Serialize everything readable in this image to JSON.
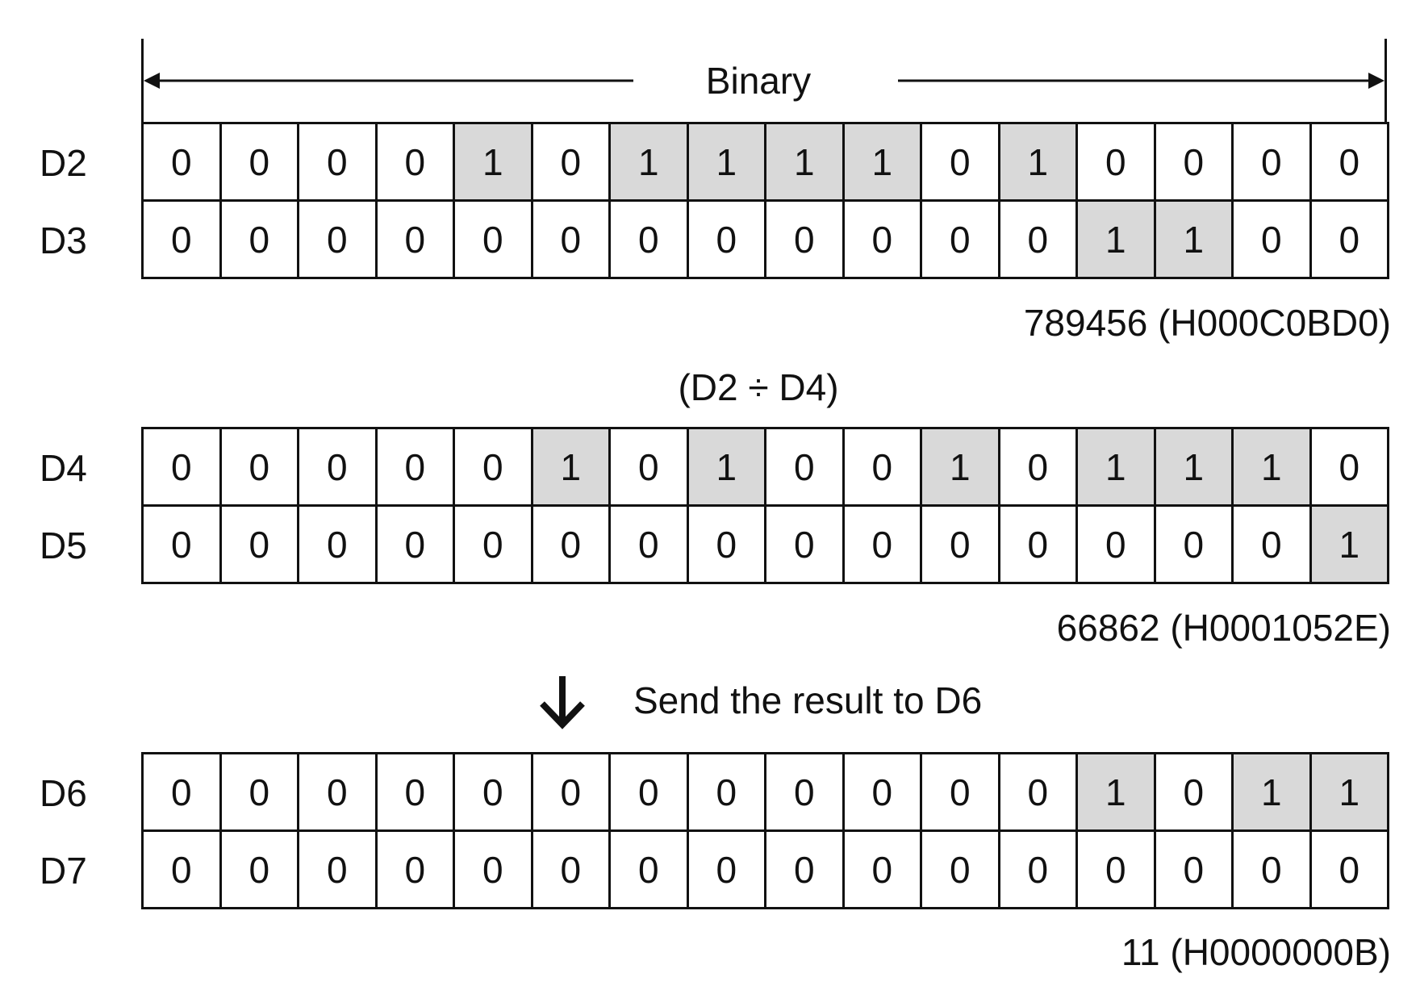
{
  "header": {
    "label": "Binary"
  },
  "operation": {
    "label": "(D2 ÷ D4)"
  },
  "result_note": {
    "label": "Send the result to D6",
    "icon": "down-arrow-icon"
  },
  "groups": [
    {
      "rows": [
        {
          "name": "D2",
          "bits": [
            0,
            0,
            0,
            0,
            1,
            0,
            1,
            1,
            1,
            1,
            0,
            1,
            0,
            0,
            0,
            0
          ]
        },
        {
          "name": "D3",
          "bits": [
            0,
            0,
            0,
            0,
            0,
            0,
            0,
            0,
            0,
            0,
            0,
            0,
            1,
            1,
            0,
            0
          ]
        }
      ],
      "value": "789456 (H000C0BD0)"
    },
    {
      "rows": [
        {
          "name": "D4",
          "bits": [
            0,
            0,
            0,
            0,
            0,
            1,
            0,
            1,
            0,
            0,
            1,
            0,
            1,
            1,
            1,
            0
          ]
        },
        {
          "name": "D5",
          "bits": [
            0,
            0,
            0,
            0,
            0,
            0,
            0,
            0,
            0,
            0,
            0,
            0,
            0,
            0,
            0,
            1
          ]
        }
      ],
      "value": "66862 (H0001052E)"
    },
    {
      "rows": [
        {
          "name": "D6",
          "bits": [
            0,
            0,
            0,
            0,
            0,
            0,
            0,
            0,
            0,
            0,
            0,
            0,
            1,
            0,
            1,
            1
          ]
        },
        {
          "name": "D7",
          "bits": [
            0,
            0,
            0,
            0,
            0,
            0,
            0,
            0,
            0,
            0,
            0,
            0,
            0,
            0,
            0,
            0
          ]
        }
      ],
      "value": "11 (H0000000B)"
    }
  ],
  "colors": {
    "set_bit_fill": "#d9d9d9",
    "clear_bit_fill": "#ffffff",
    "line": "#111111"
  }
}
